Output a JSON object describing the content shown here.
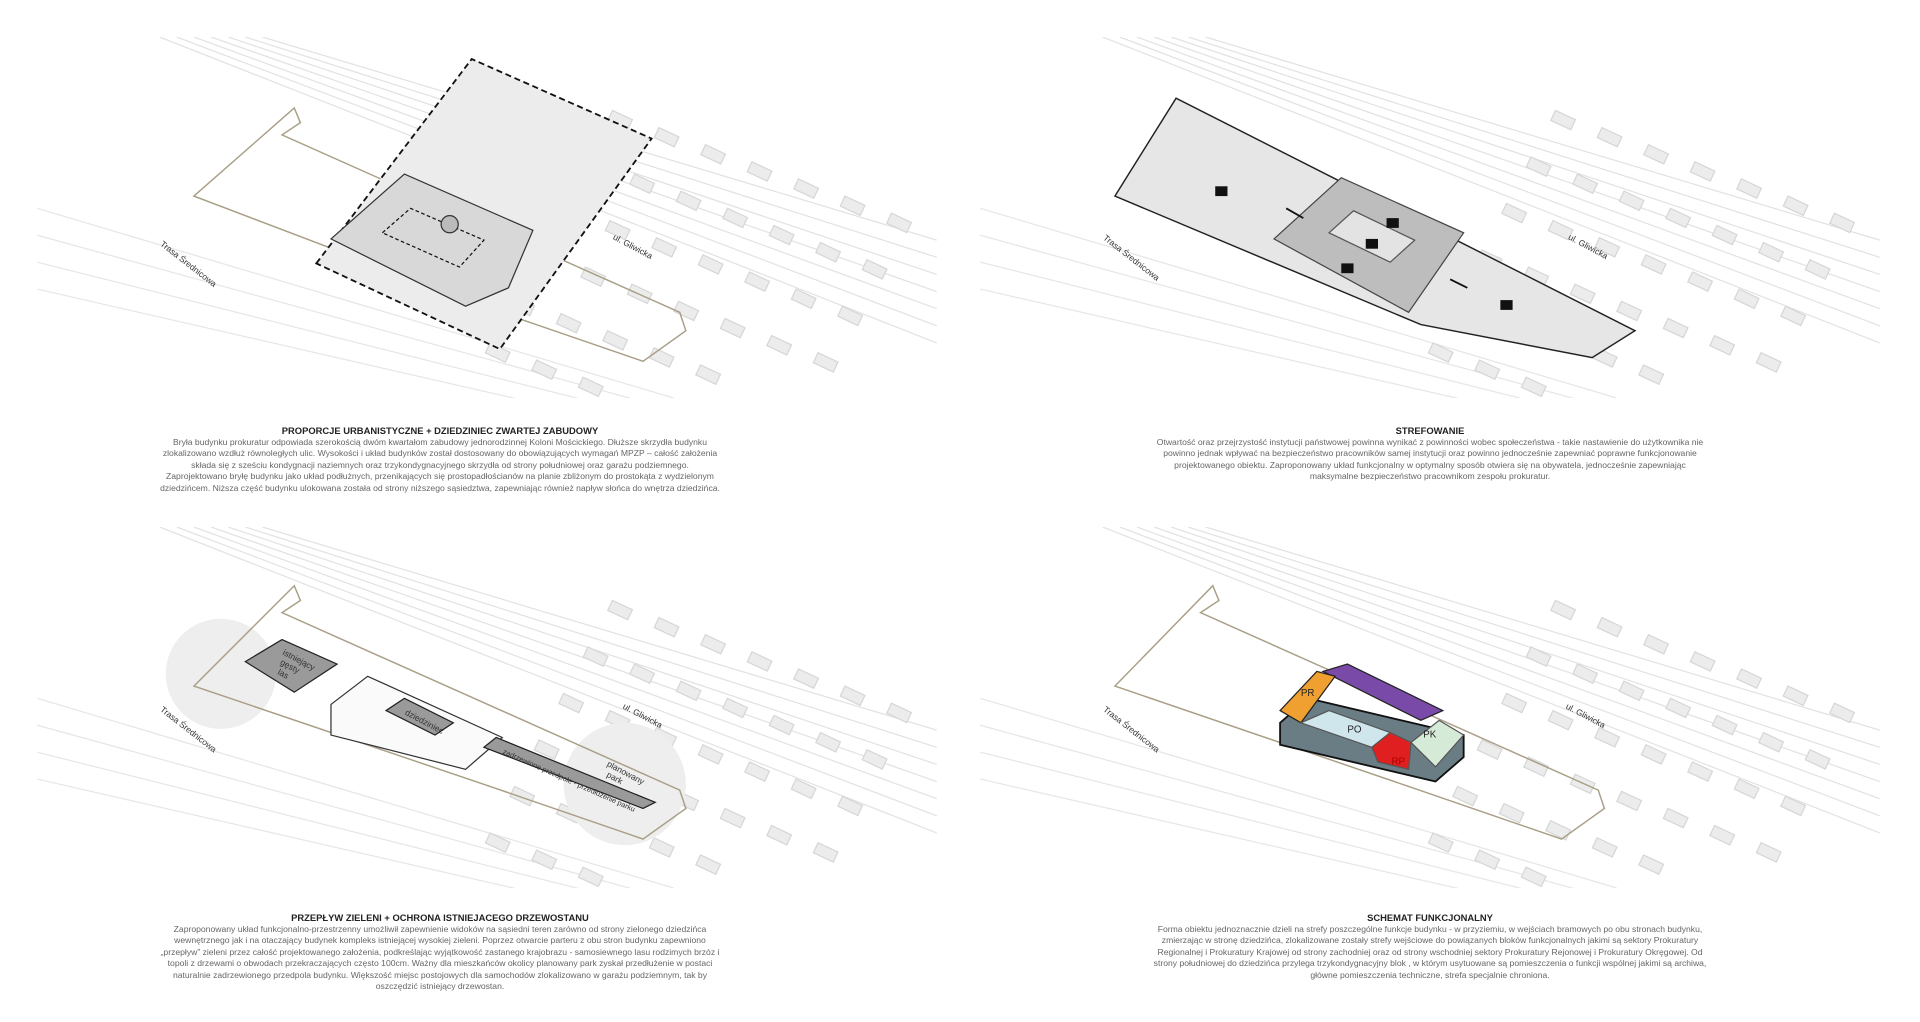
{
  "labels": {
    "road_west": "Trasa Średnicowa",
    "road_east": "ul. Gliwicka",
    "forest": [
      "istniejący",
      "gęsty",
      "las"
    ],
    "courtyard": "dziedziniec",
    "foreground": "zadrzewione przedpole - przedłużenie parku",
    "park": [
      "planowany",
      "park"
    ],
    "zones": [
      "PR",
      "PO",
      "PK",
      "RP"
    ]
  },
  "zone_colors": {
    "PR": "#f0a030",
    "PO": "#cfe6ec",
    "PK": "#d6ead8",
    "RP": "#e02020",
    "purple": "#7a4aa8",
    "base": "#6a7d85"
  },
  "panels": [
    {
      "title": "PROPORCJE URBANISTYCZNE + DZIEDZINIEC ZWARTEJ ZABUDOWY",
      "text": "Bryła budynku prokuratur odpowiada szerokością dwóm kwartałom zabudowy jednorodzinnej Koloni Mościckiego.  Dłuższe skrzydła budynku zlokalizowano wzdłuż równoległych ulic. Wysokości i układ budynków został dostosowany do obowiązujących wymagań MPZP – całość założenia składa się z sześciu kondygnacji naziemnych oraz trzykondygnacyjnego skrzydła od strony południowej oraz garażu podziemnego. Zaprojektowano bryłę budynku jako układ podłużnych, przenikających się prostopadłościanów na planie zbliżonym do prostokąta z wydzielonym dziedzińcem. Niższa część budynku ulokowana została od strony niższego sąsiedztwa, zapewniając również napływ słońca do wnętrza dziedzińca."
    },
    {
      "title": "STREFOWANIE",
      "text": "Otwartość oraz przejrzystość instytucji państwowej powinna wynikać z powinności wobec społeczeństwa - takie nastawienie do użytkownika nie powinno jednak wpływać na bezpieczeństwo pracowników samej instytucji oraz powinno jednocześnie zapewniać poprawne funkcjonowanie projektowanego obiektu. Zaproponowany układ funkcjonalny w optymalny sposób otwiera się na obywatela, jednocześnie zapewniając maksymalne bezpieczeństwo pracownikom zespołu prokuratur."
    },
    {
      "title": "PRZEPŁYW ZIELENI + OCHRONA ISTNIEJACEGO DRZEWOSTANU",
      "text": "Zaproponowany układ funkcjonalno-przestrzenny umożliwił zapewnienie widoków na sąsiedni teren zarówno od strony zielonego dziedzińca wewnętrznego jak i na otaczający budynek kompleks istniejącej wysokiej zieleni. Poprzez otwarcie parteru z obu stron budynku zapewniono „przepływ” zieleni przez całość projektowanego założenia, podkreślając wyjątkowość zastanego krajobrazu - samosiewnego lasu rodzimych brzóz i topoli z drzewami o obwodach przekraczających często 100cm. Ważny dla mieszkańców okolicy planowany park zyskał przedłużenie w postaci naturalnie zadrzewionego przedpola budynku. Większość miejsc postojowych dla samochodów zlokalizowano w garażu podziemnym, tak by oszczędzić istniejący drzewostan."
    },
    {
      "title": "SCHEMAT FUNKCJONALNY",
      "text": "Forma obiektu jednoznacznie dzieli na strefy poszczególne funkcje budynku -  w przyziemiu, w wejściach bramowych po obu stronach budynku, zmierzając w stronę dziedzińca, zlokalizowane zostały strefy wejściowe do powiązanych bloków funkcjonalnych jakimi są sektory Prokuratury Regionalnej i Prokuratury Krajowej od strony zachodniej oraz od strony wschodniej sektory Prokuratury Rejonowej i Prokuratury Okręgowej. Od strony południowej do dziedzińca przylega trzykondygnacyjny blok , w którym usytuowane są  pomieszczenia o funkcji wspólnej jakimi są archiwa, główne pomieszczenia techniczne, strefa specjalnie chroniona."
    }
  ]
}
